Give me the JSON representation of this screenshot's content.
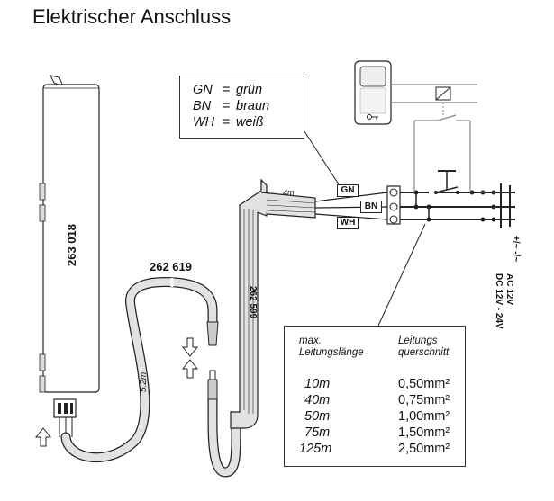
{
  "title": "Elektrischer Anschluss",
  "legend": [
    {
      "code": "GN",
      "eq": "=",
      "name": "grün"
    },
    {
      "code": "BN",
      "eq": "=",
      "name": "braun"
    },
    {
      "code": "WH",
      "eq": "=",
      "name": "weiß"
    }
  ],
  "labels": {
    "device_number": "263 018",
    "cable_number": "262 619",
    "cable_length": "5.2m",
    "flat_cable_number": "262 599",
    "flat_cable_length": "4m",
    "wire_gn": "GN",
    "wire_bn": "BN",
    "wire_wh": "WH",
    "supply_polarity": "+/~   -/~",
    "supply_ac": "AC 12V",
    "supply_dc": "DC 12V - 24V"
  },
  "table": {
    "header_length": "max.\nLeitungslänge",
    "header_cross": "Leitungs\nquerschnitt",
    "rows": [
      {
        "length": "10m",
        "cross": "0,50mm²"
      },
      {
        "length": "40m",
        "cross": "0,75mm²"
      },
      {
        "length": "50m",
        "cross": "1,00mm²"
      },
      {
        "length": "75m",
        "cross": "1,50mm²"
      },
      {
        "length": "125m",
        "cross": "2,50mm²"
      }
    ]
  },
  "icons": {
    "arrow": "arrow-up-outline",
    "key": "key-icon",
    "relay": "relay-coil-icon",
    "push_button": "push-button-switch-icon"
  },
  "colors": {
    "line": "#222222",
    "cable_fill": "#e2e2e2",
    "device_fill": "#ffffff",
    "grey_wire": "#888888"
  }
}
